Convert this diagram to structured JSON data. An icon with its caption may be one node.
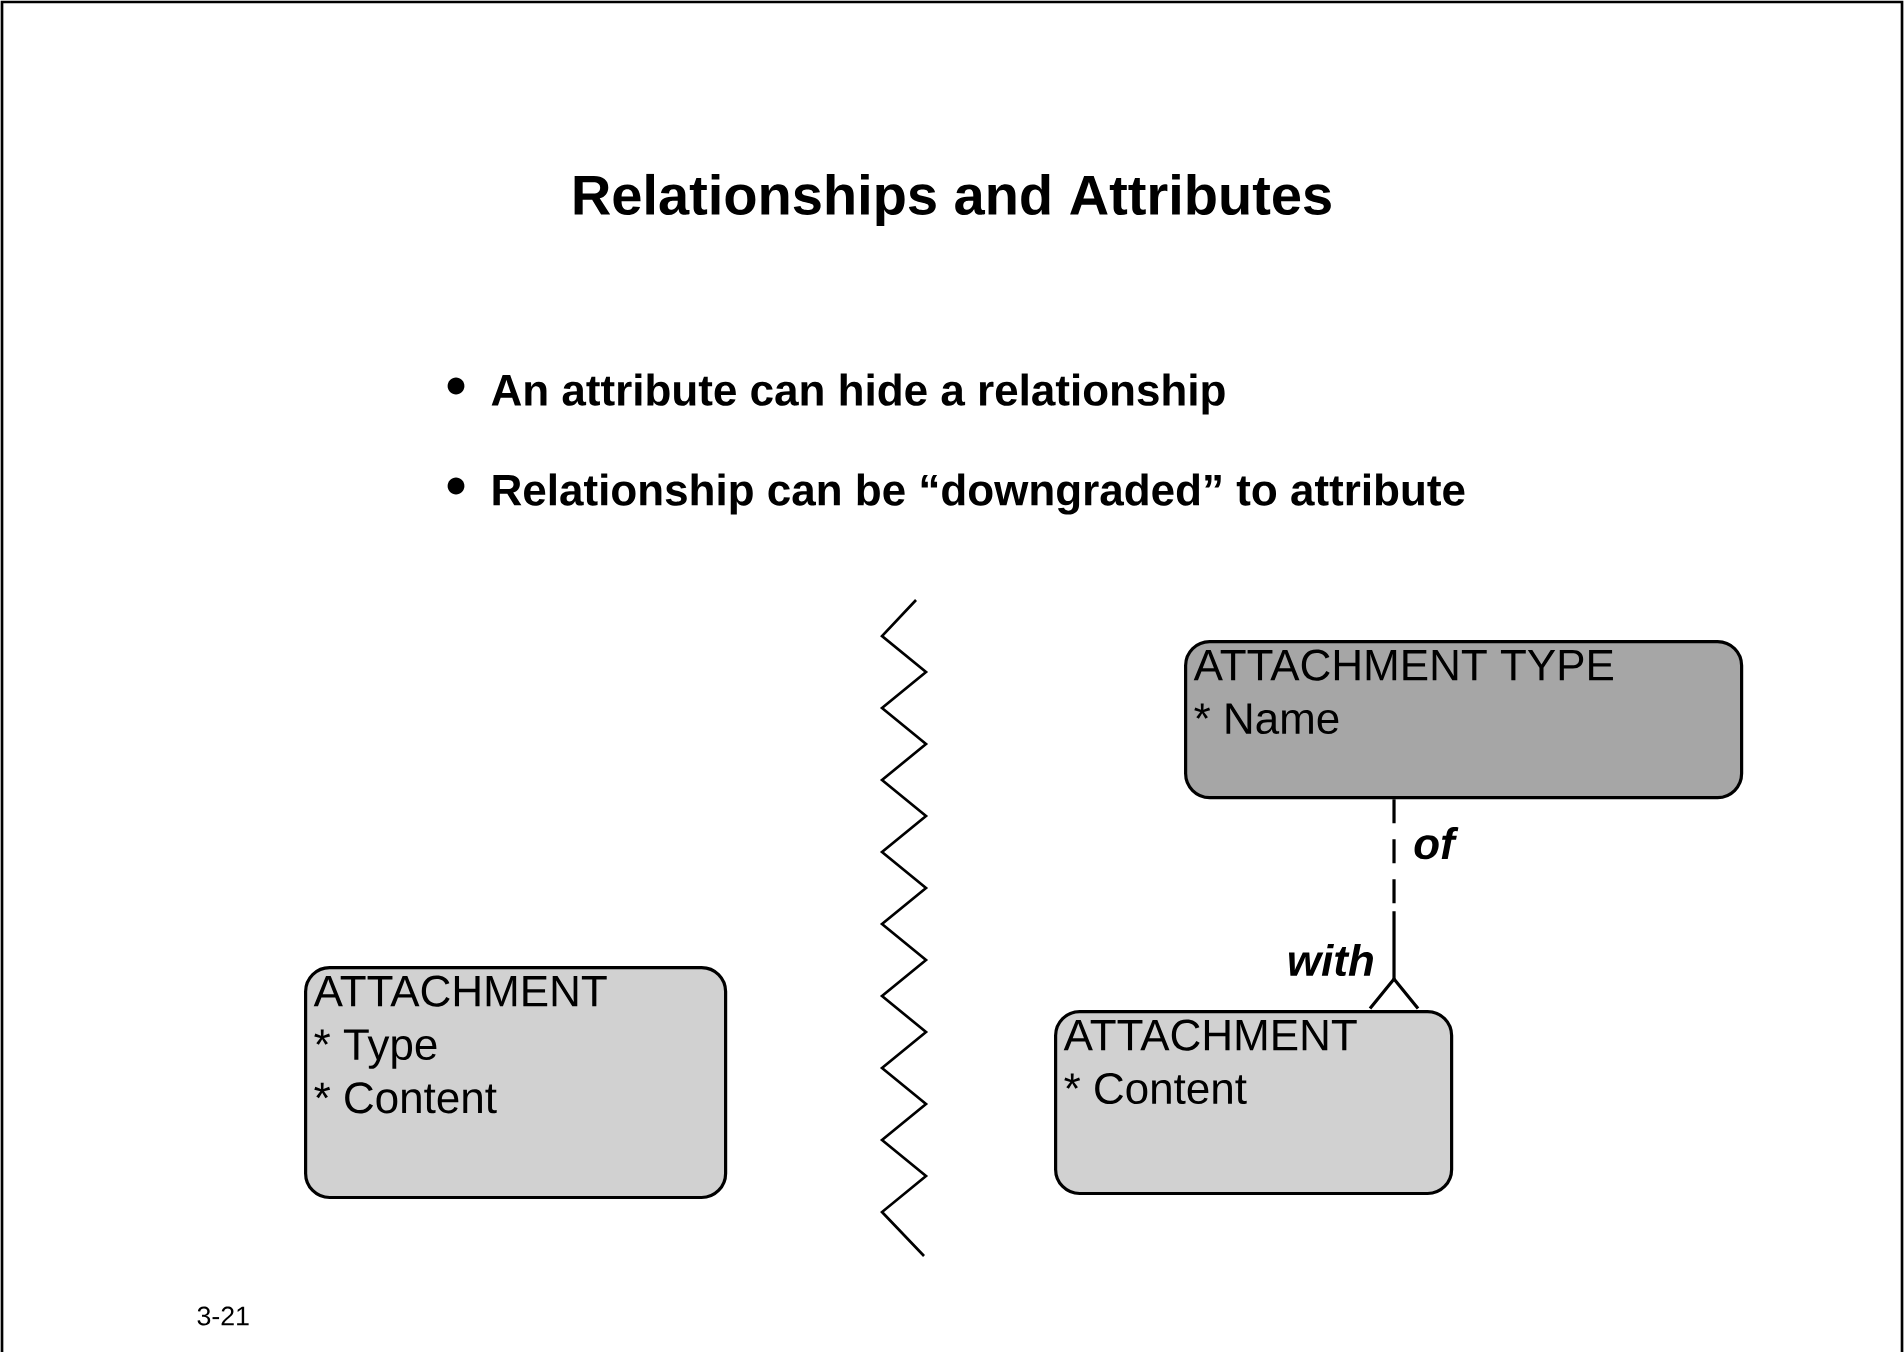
{
  "diagram": {
    "title": "Relationships and Attributes",
    "nodes": [
      {
        "text": [
          "ATTACHMENT",
          "* Type",
          "* Content"
        ]
      },
      {
        "text": [
          "ATTACHMENT TYPE",
          "* Name"
        ]
      },
      {
        "text": [
          "ATTACHMENT",
          "* Content"
        ]
      }
    ],
    "edges": [
      {
        "from": 1,
        "to": 2,
        "arrow": "other",
        "label": "of",
        "style": "dashed"
      }
    ],
    "labels": [
      "An attribute can hide a relationship",
      "Relationship can be “downgraded” to attribute",
      "with",
      "3-21"
    ]
  }
}
